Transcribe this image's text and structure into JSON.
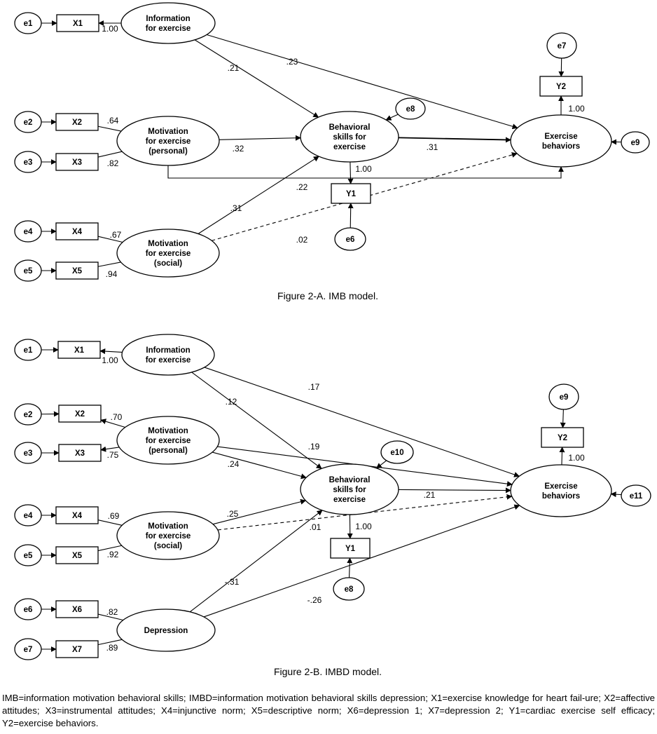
{
  "figures": [
    {
      "caption": "Figure 2-A. IMB model.",
      "nodes": [
        {
          "id": "e1",
          "kind": "error",
          "lines": [
            "e1"
          ]
        },
        {
          "id": "X1",
          "kind": "observed",
          "lines": [
            "X1"
          ]
        },
        {
          "id": "info",
          "kind": "latent",
          "lines": [
            "Information",
            "for exercise"
          ]
        },
        {
          "id": "e2",
          "kind": "error",
          "lines": [
            "e2"
          ]
        },
        {
          "id": "X2",
          "kind": "observed",
          "lines": [
            "X2"
          ]
        },
        {
          "id": "e3",
          "kind": "error",
          "lines": [
            "e3"
          ]
        },
        {
          "id": "X3",
          "kind": "observed",
          "lines": [
            "X3"
          ]
        },
        {
          "id": "motp",
          "kind": "latent",
          "lines": [
            "Motivation",
            "for exercise",
            "(personal)"
          ]
        },
        {
          "id": "e4",
          "kind": "error",
          "lines": [
            "e4"
          ]
        },
        {
          "id": "X4",
          "kind": "observed",
          "lines": [
            "X4"
          ]
        },
        {
          "id": "e5",
          "kind": "error",
          "lines": [
            "e5"
          ]
        },
        {
          "id": "X5",
          "kind": "observed",
          "lines": [
            "X5"
          ]
        },
        {
          "id": "mots",
          "kind": "latent",
          "lines": [
            "Motivation",
            "for exercise",
            "(social)"
          ]
        },
        {
          "id": "bs",
          "kind": "latent",
          "lines": [
            "Behavioral",
            "skills for",
            "exercise"
          ]
        },
        {
          "id": "e8",
          "kind": "error",
          "lines": [
            "e8"
          ]
        },
        {
          "id": "Y1",
          "kind": "observed",
          "lines": [
            "Y1"
          ]
        },
        {
          "id": "e6",
          "kind": "error",
          "lines": [
            "e6"
          ]
        },
        {
          "id": "eb",
          "kind": "latent",
          "lines": [
            "Exercise",
            "behaviors"
          ]
        },
        {
          "id": "e7",
          "kind": "error",
          "lines": [
            "e7"
          ]
        },
        {
          "id": "Y2",
          "kind": "observed",
          "lines": [
            "Y2"
          ]
        },
        {
          "id": "e9",
          "kind": "error",
          "lines": [
            "e9"
          ]
        }
      ],
      "coefficients": [
        ".23",
        ".21",
        "1.00",
        ".64",
        ".82",
        ".32",
        ".22",
        ".31",
        ".31",
        "1.00",
        ".67",
        ".94",
        ".02",
        "1.00"
      ]
    },
    {
      "caption": "Figure 2-B. IMBD model.",
      "nodes": [
        {
          "id": "e1",
          "kind": "error",
          "lines": [
            "e1"
          ]
        },
        {
          "id": "X1",
          "kind": "observed",
          "lines": [
            "X1"
          ]
        },
        {
          "id": "info",
          "kind": "latent",
          "lines": [
            "Information",
            "for exercise"
          ]
        },
        {
          "id": "e2",
          "kind": "error",
          "lines": [
            "e2"
          ]
        },
        {
          "id": "X2",
          "kind": "observed",
          "lines": [
            "X2"
          ]
        },
        {
          "id": "e3",
          "kind": "error",
          "lines": [
            "e3"
          ]
        },
        {
          "id": "X3",
          "kind": "observed",
          "lines": [
            "X3"
          ]
        },
        {
          "id": "motp",
          "kind": "latent",
          "lines": [
            "Motivation",
            "for exercise",
            "(personal)"
          ]
        },
        {
          "id": "e4",
          "kind": "error",
          "lines": [
            "e4"
          ]
        },
        {
          "id": "X4",
          "kind": "observed",
          "lines": [
            "X4"
          ]
        },
        {
          "id": "e5",
          "kind": "error",
          "lines": [
            "e5"
          ]
        },
        {
          "id": "X5",
          "kind": "observed",
          "lines": [
            "X5"
          ]
        },
        {
          "id": "mots",
          "kind": "latent",
          "lines": [
            "Motivation",
            "for exercise",
            "(social)"
          ]
        },
        {
          "id": "e6",
          "kind": "error",
          "lines": [
            "e6"
          ]
        },
        {
          "id": "X6",
          "kind": "observed",
          "lines": [
            "X6"
          ]
        },
        {
          "id": "e7",
          "kind": "error",
          "lines": [
            "e7"
          ]
        },
        {
          "id": "X7",
          "kind": "observed",
          "lines": [
            "X7"
          ]
        },
        {
          "id": "dep",
          "kind": "latent",
          "lines": [
            "Depression"
          ]
        },
        {
          "id": "bs",
          "kind": "latent",
          "lines": [
            "Behavioral",
            "skills for",
            "exercise"
          ]
        },
        {
          "id": "e10",
          "kind": "error",
          "lines": [
            "e10"
          ]
        },
        {
          "id": "Y1",
          "kind": "observed",
          "lines": [
            "Y1"
          ]
        },
        {
          "id": "e8",
          "kind": "error",
          "lines": [
            "e8"
          ]
        },
        {
          "id": "eb",
          "kind": "latent",
          "lines": [
            "Exercise",
            "behaviors"
          ]
        },
        {
          "id": "e9",
          "kind": "error",
          "lines": [
            "e9"
          ]
        },
        {
          "id": "Y2",
          "kind": "observed",
          "lines": [
            "Y2"
          ]
        },
        {
          "id": "e11",
          "kind": "error",
          "lines": [
            "e11"
          ]
        }
      ],
      "coefficients": [
        ".17",
        ".12",
        "1.00",
        ".70",
        ".75",
        ".19",
        ".24",
        ".25",
        ".21",
        ".01",
        "1.00",
        ".69",
        ".92",
        "-.31",
        "-.26",
        ".82",
        ".89",
        "1.00"
      ]
    }
  ],
  "footnote": "IMB=information motivation behavioral skills; IMBD=information motivation behavioral skills depression; X1=exercise knowledge for heart fail-ure; X2=affective attitudes; X3=instrumental attitudes; X4=injunctive norm; X5=descriptive norm; X6=depression 1; X7=depression 2; Y1=cardiac exercise self efficacy; Y2=exercise behaviors."
}
